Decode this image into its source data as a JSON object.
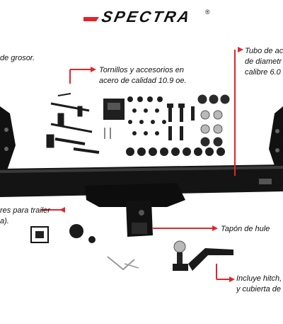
{
  "brand": {
    "logo_text": "SPECTRA",
    "registered_mark": "®",
    "accent_color": "#e0262b"
  },
  "callouts": {
    "grosor": "de grosor.",
    "tornillos_line1": "Tornillos y accesorios en",
    "tornillos_line2": "acero de calidad 10.9 oe.",
    "tubo_line1": "Tubo de ac",
    "tubo_line2": "de diametr",
    "tubo_line3": "calibre 6.0",
    "conectores_line1": "res para trailer",
    "conectores_line2": "a).",
    "tapon": "Tapón de hule",
    "incluye_line1": "Incluye hitch,",
    "incluye_line2": "y cubierta de"
  },
  "colors": {
    "callout_line": "#e0262b",
    "metal": "#111111",
    "hardware": "#2a2a2a",
    "steel": "#b9b9b9"
  }
}
